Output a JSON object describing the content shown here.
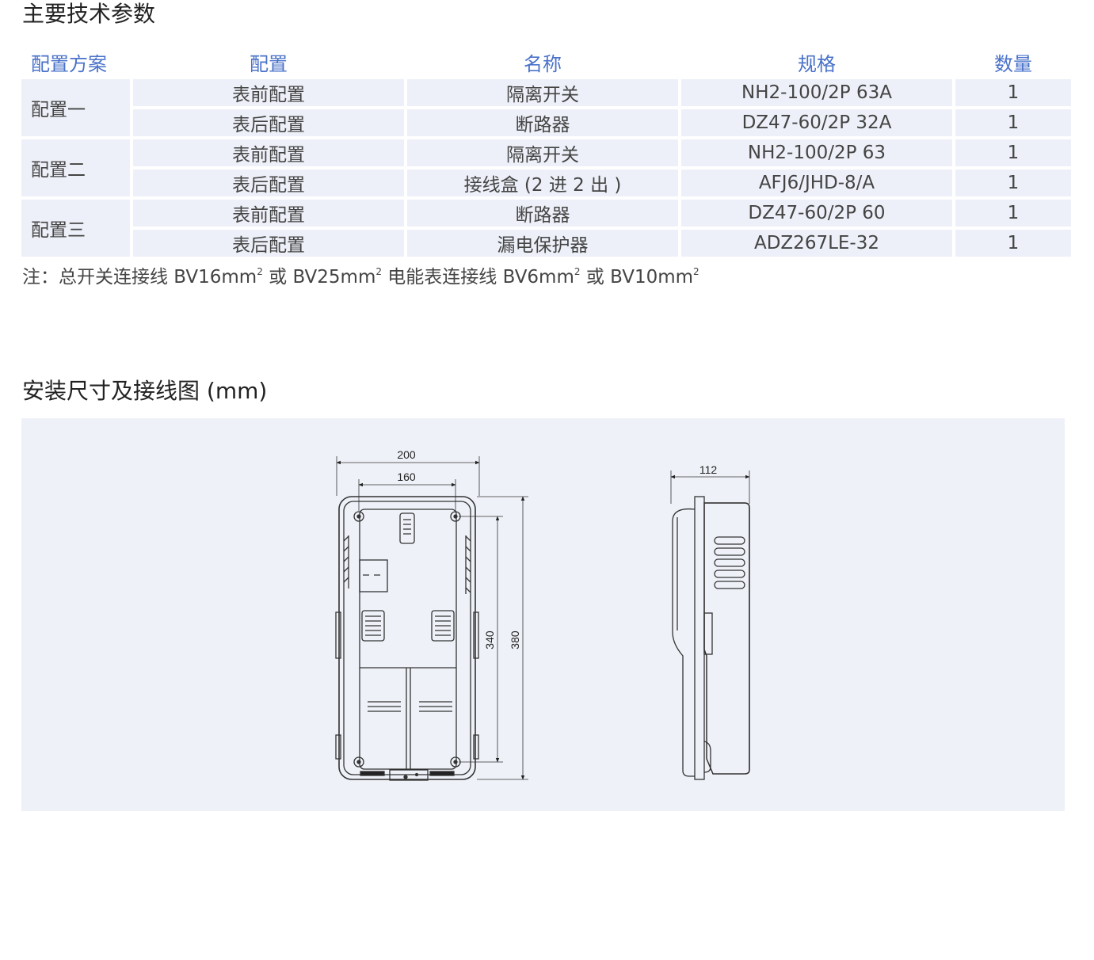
{
  "specs": {
    "title": "主要技术参数",
    "headers": [
      "配置方案",
      "配置",
      "名称",
      "规格",
      "数量"
    ],
    "groups": [
      {
        "plan": "配置一",
        "rows": [
          {
            "config": "表前配置",
            "name": "隔离开关",
            "spec": "NH2-100/2P 63A",
            "qty": "1"
          },
          {
            "config": "表后配置",
            "name": "断路器",
            "spec": "DZ47-60/2P 32A",
            "qty": "1"
          }
        ]
      },
      {
        "plan": "配置二",
        "rows": [
          {
            "config": "表前配置",
            "name": "隔离开关",
            "spec": "NH2-100/2P 63",
            "qty": "1"
          },
          {
            "config": "表后配置",
            "name": "接线盒 (2 进 2 出 )",
            "spec": "AFJ6/JHD-8/A",
            "qty": "1"
          }
        ]
      },
      {
        "plan": "配置三",
        "rows": [
          {
            "config": "表前配置",
            "name": "断路器",
            "spec": "DZ47-60/2P 60",
            "qty": "1"
          },
          {
            "config": "表后配置",
            "name": "漏电保护器",
            "spec": "ADZ267LE-32",
            "qty": "1"
          }
        ]
      }
    ],
    "note": {
      "prefix": "注：总开关连接线 BV16mm",
      "sup1": "2",
      "part2": " 或 BV25mm",
      "sup2": "2",
      "part3": " 电能表连接线 BV6mm",
      "sup3": "2",
      "part4": " 或 BV10mm",
      "sup4": "2"
    }
  },
  "install": {
    "title": "安装尺寸及接线图 (mm)",
    "dimensions": {
      "width_outer": "200",
      "width_inner": "160",
      "height_inner": "340",
      "height_outer": "380",
      "depth": "112"
    }
  }
}
